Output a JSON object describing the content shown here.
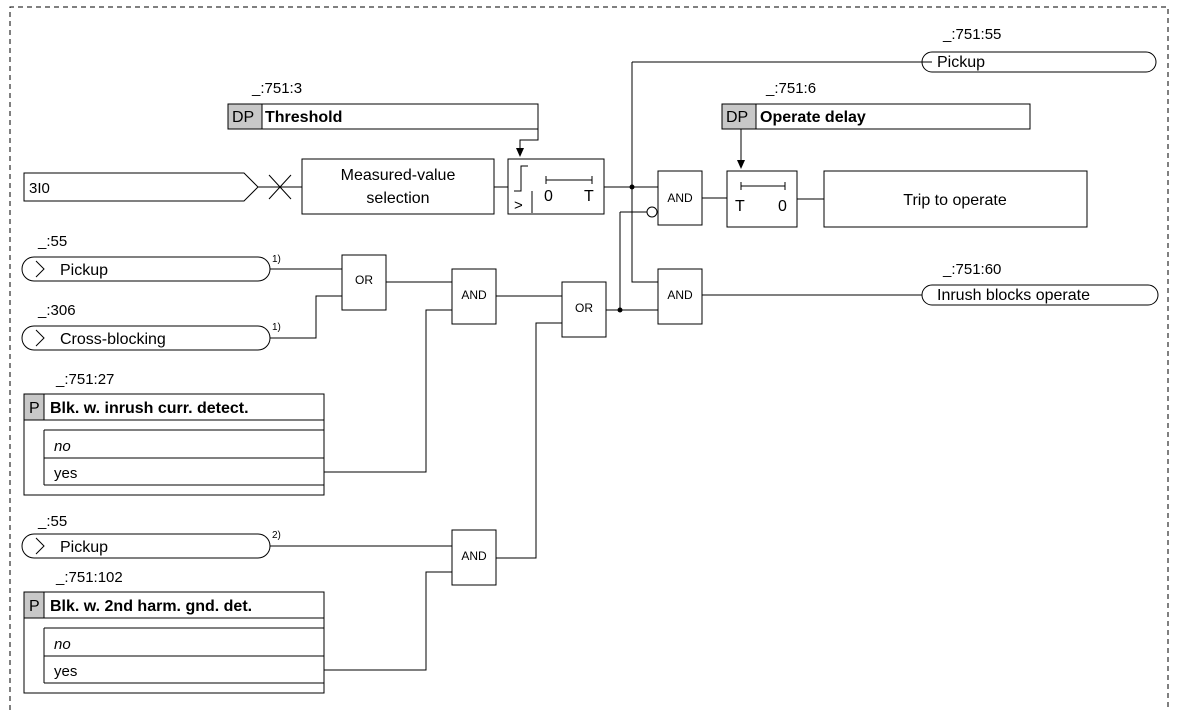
{
  "signals": {
    "pickup_out": {
      "id": "_:751:55",
      "label": "Pickup"
    },
    "inrush_blocks_operate": {
      "id": "_:751:60",
      "label": "Inrush blocks operate"
    },
    "trip": {
      "label": "Trip to operate"
    },
    "input_3i0": {
      "label": "3I0"
    },
    "pickup_in_1": {
      "id": "_:55",
      "label": "Pickup",
      "note": "1)"
    },
    "cross_blocking": {
      "id": "_:306",
      "label": "Cross-blocking",
      "note": "1)"
    },
    "pickup_in_2": {
      "id": "_:55",
      "label": "Pickup",
      "note": "2)"
    }
  },
  "params": {
    "threshold": {
      "id": "_:751:3",
      "tag": "DP",
      "label": "Threshold"
    },
    "operate_delay": {
      "id": "_:751:6",
      "tag": "DP",
      "label": "Operate delay"
    },
    "blk_inrush": {
      "id": "_:751:27",
      "tag": "P",
      "label": "Blk. w. inrush curr. detect.",
      "options": [
        "no",
        "yes"
      ]
    },
    "blk_2nd_harm": {
      "id": "_:751:102",
      "tag": "P",
      "label": "Blk. w. 2nd harm. gnd. det.",
      "options": [
        "no",
        "yes"
      ]
    }
  },
  "blocks": {
    "measured_value": {
      "line1": "Measured-value",
      "line2": "selection"
    },
    "threshold_timer": {
      "gt": ">",
      "zero": "0",
      "t": "T"
    },
    "operate_timer": {
      "t": "T",
      "zero": "0"
    }
  },
  "gates": {
    "and": "AND",
    "or": "OR"
  }
}
